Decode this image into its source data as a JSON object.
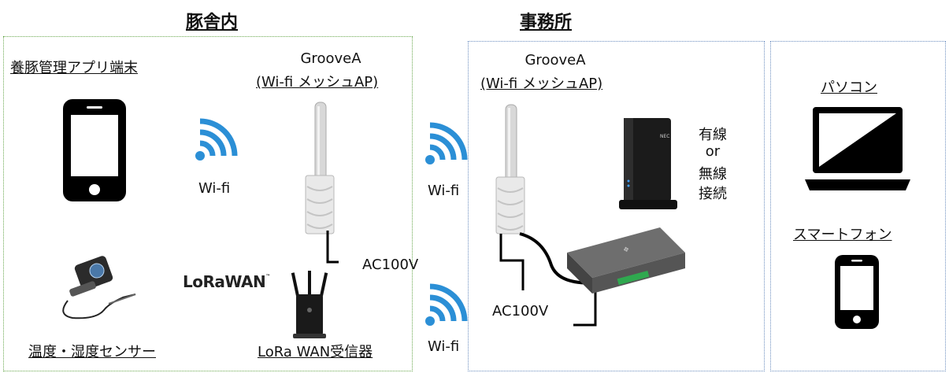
{
  "zones": {
    "barn_title": "豚舎内",
    "office_title": "事務所"
  },
  "barn": {
    "terminal_label": "養豚管理アプリ端末",
    "groovea_title": "GrooveA",
    "groovea_sub": "(Wi-fi メッシュAP)",
    "wifi_label": "Wi-fi",
    "ac_label": "AC100V",
    "lorawan_logo": "LoRaWAN",
    "lorawan_tm": "™",
    "sensor_label": "温度・湿度センサー",
    "receiver_label": "LoRa WAN受信器"
  },
  "link": {
    "wifi_upper_label": "Wi-fi",
    "wifi_lower_label": "Wi-fi"
  },
  "office": {
    "groovea_title": "GrooveA",
    "groovea_sub": "(Wi-fi メッシュAP)",
    "ac_label": "AC100V",
    "router_brand": "NEC",
    "connection_line1": "有線",
    "connection_line2": "or",
    "connection_line3": "無線",
    "connection_line4": "接続"
  },
  "clients": {
    "pc_label": "パソコン",
    "smartphone_label": "スマートフォン"
  },
  "colors": {
    "wifi_blue": "#2b8fd6",
    "barn_border": "#6aa84f",
    "office_border": "#6c8ebf"
  }
}
